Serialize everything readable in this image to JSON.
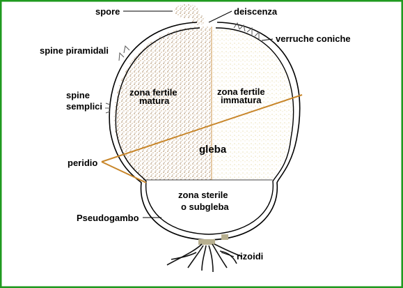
{
  "labels": {
    "spore": "spore",
    "deiscenza": "deiscenza",
    "verruche_coniche": "verruche coniche",
    "spine_piramidali": "spine piramidali",
    "spine_line1": "spine",
    "spine_line2": "semplici",
    "zona_fertile_matura_1": "zona fertile",
    "zona_fertile_matura_2": "matura",
    "zona_fertile_immatura_1": "zona fertile",
    "zona_fertile_immatura_2": "immatura",
    "gleba": "gleba",
    "peridio": "peridio",
    "zona_sterile_1": "zona sterile",
    "zona_sterile_2": "o subgleba",
    "pseudogambo": "Pseudogambo",
    "rizoidi": "rizoidi"
  },
  "colors": {
    "border": "#1f9a1f",
    "mature_spore": "#b08a5c",
    "immature_spore": "#eadfb0",
    "peridium_line": "#c8862a",
    "outline": "#000000"
  }
}
